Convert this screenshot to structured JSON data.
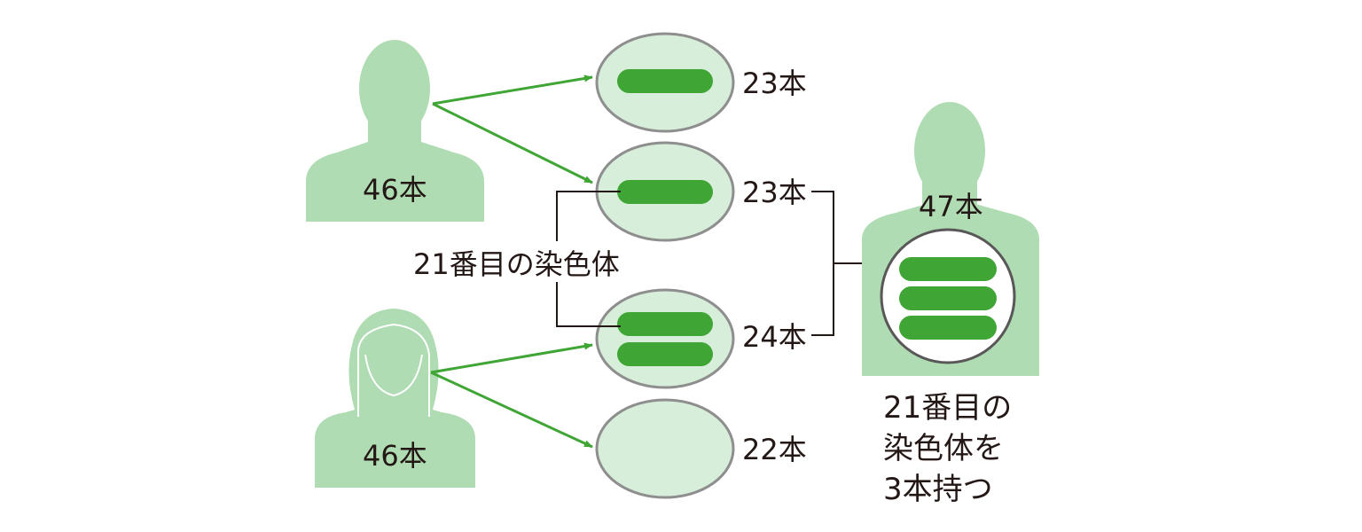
{
  "colors": {
    "person": "#afdcb3",
    "cell_fill": "#d7eeda",
    "cell_border": "#8e8e8e",
    "chromosome": "#3fa535",
    "arrow": "#3fa535",
    "bracket": "#231815",
    "text": "#231815"
  },
  "parents": {
    "father": {
      "icon": "male-silhouette-icon",
      "count_label": "46本"
    },
    "mother": {
      "icon": "female-silhouette-icon",
      "count_label": "46本"
    }
  },
  "gametes": [
    {
      "count_label": "23本",
      "chromosome_21_copies": 1
    },
    {
      "count_label": "23本",
      "chromosome_21_copies": 1
    },
    {
      "count_label": "24本",
      "chromosome_21_copies": 2
    },
    {
      "count_label": "22本",
      "chromosome_21_copies": 0
    }
  ],
  "chromosome_21_label": "21番目の染色体",
  "child": {
    "icon": "male-silhouette-icon",
    "count_label": "47本",
    "chromosome_21_copies": 3,
    "note_lines": [
      "21番目の",
      "染色体を",
      "3本持つ"
    ]
  }
}
